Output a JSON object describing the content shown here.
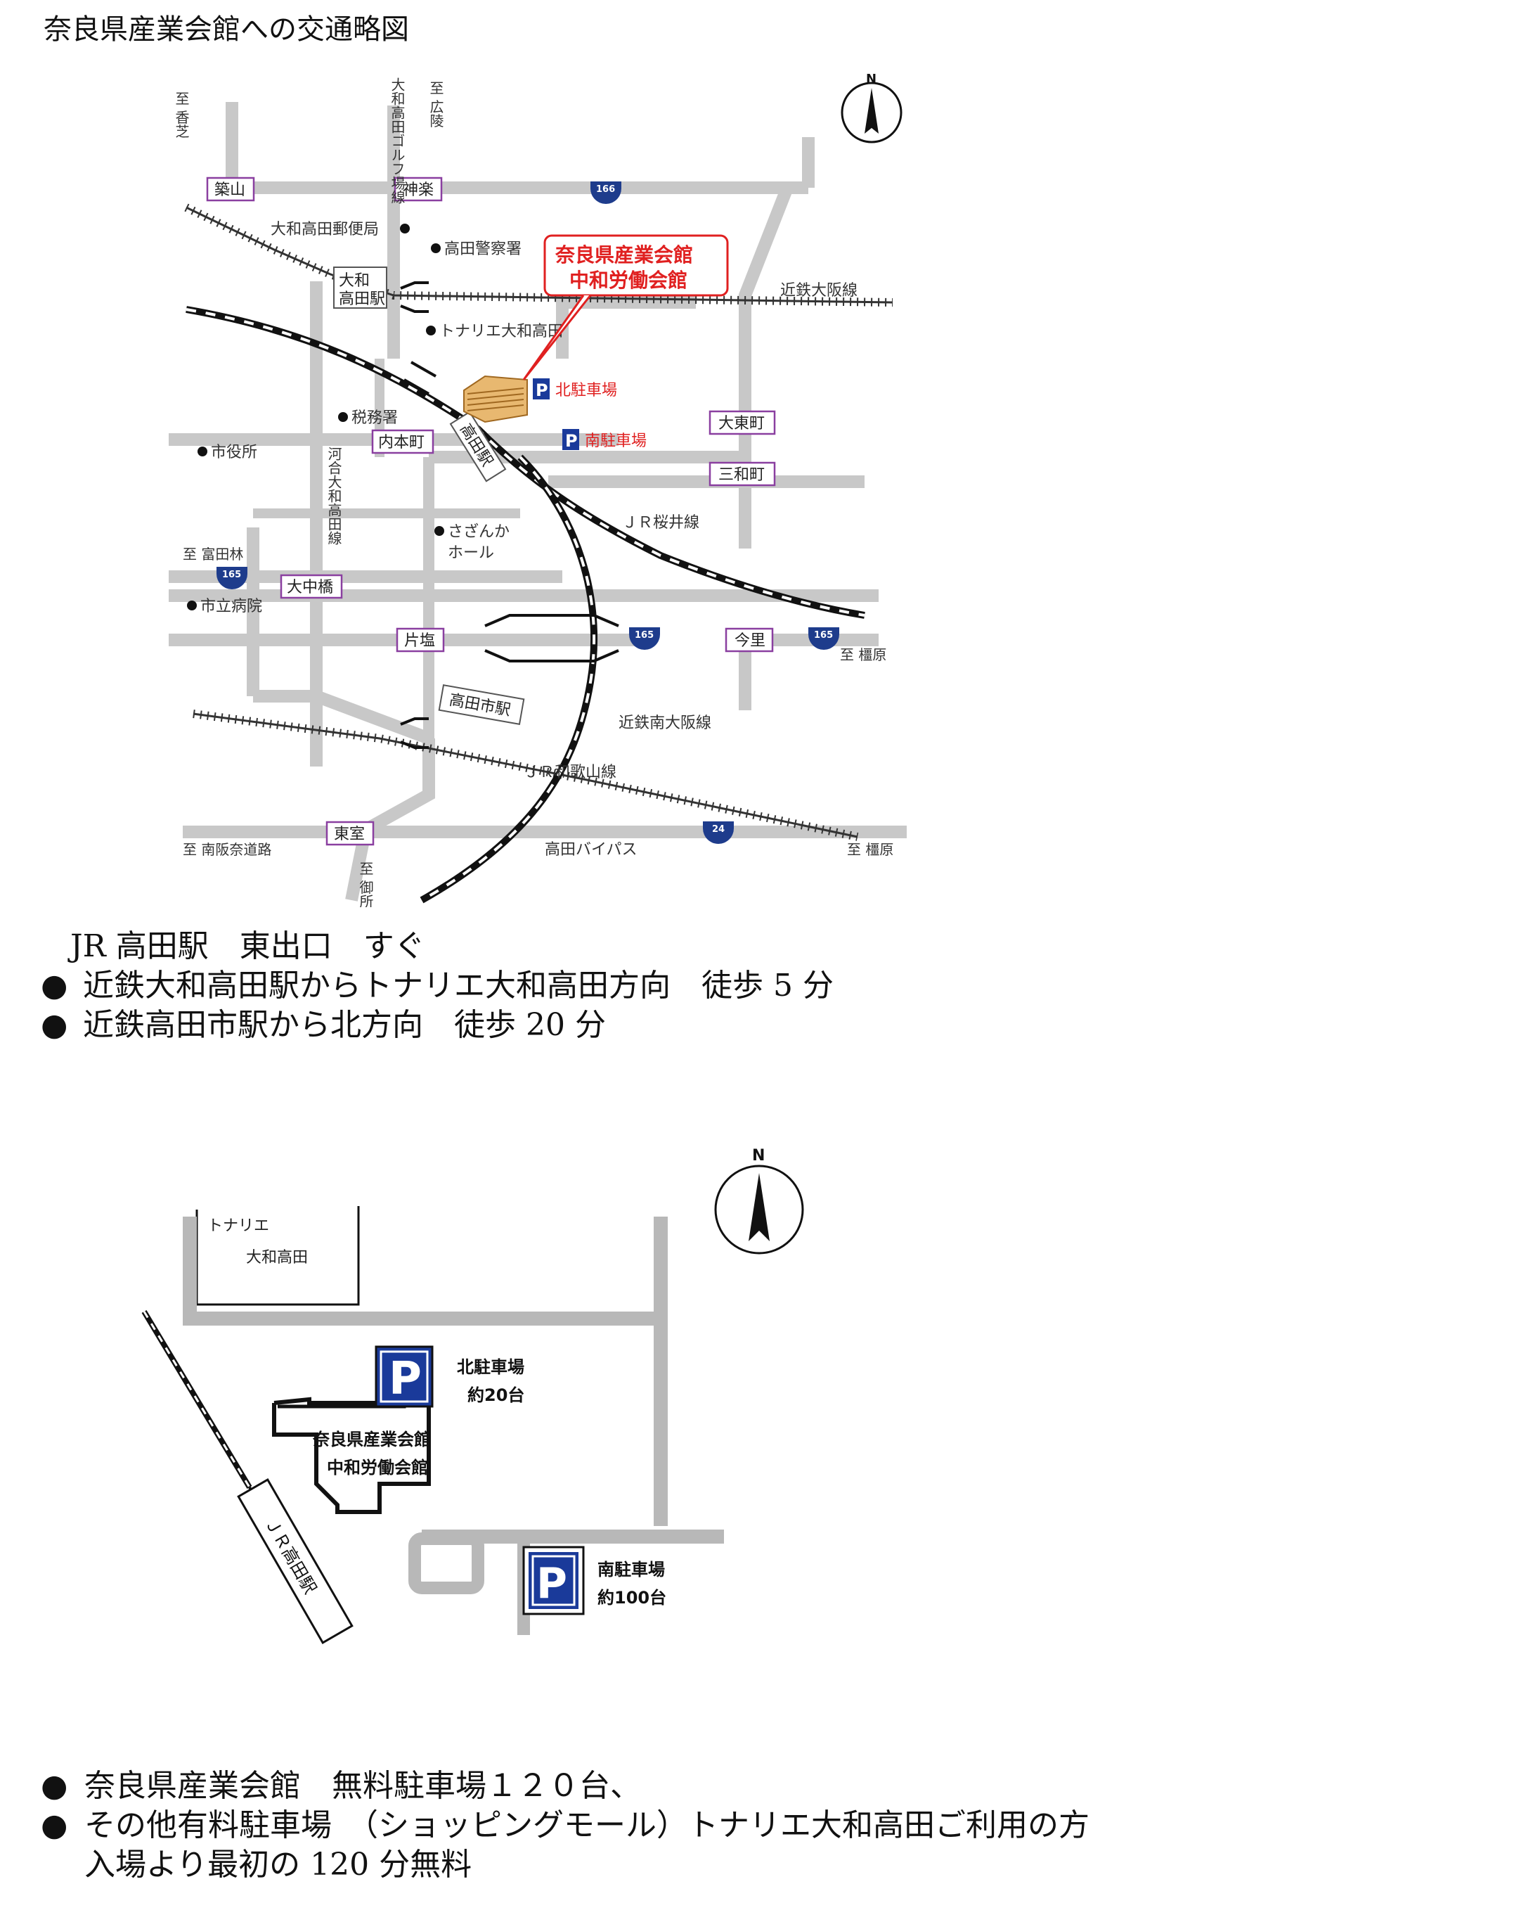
{
  "page": {
    "title": "奈良県産業会館への交通略図"
  },
  "map1": {
    "venue_name_line1": "奈良県産業会館",
    "venue_name_line2": "中和労働会館",
    "north": "N",
    "places": {
      "tsukiyama": "築山",
      "kagura": "神楽",
      "daitocho": "大東町",
      "sanwacho": "三和町",
      "uchihoncho": "内本町",
      "onaka_bashi": "大中橋",
      "katashio": "片塩",
      "imazato": "今里",
      "higashimuro": "東室",
      "yamato_takada_sta_1": "大和",
      "yamato_takada_sta_2": "高田駅",
      "takada_sta": "高田駅",
      "takadashi_sta": "高田市駅"
    },
    "landmarks": {
      "post_office": "大和高田郵便局",
      "police": "高田警察署",
      "tonarie": "トナリエ大和高田",
      "tax_office": "税務署",
      "city_hall": "市役所",
      "sazanka_1": "さざんか",
      "sazanka_2": "ホール",
      "hospital": "市立病院",
      "north_parking": "北駐車場",
      "south_parking": "南駐車場"
    },
    "lines": {
      "kintetsu_osaka": "近鉄大阪線",
      "jr_sakurai": "ＪＲ桜井線",
      "kintetsu_minami_osaka": "近鉄南大阪線",
      "jr_wakayama": "ＪＲ和歌山線",
      "bypass": "高田バイパス"
    },
    "directions": {
      "to_kashiba": "至 香芝",
      "to_golf": "大和高田ゴルフ場線",
      "to_koryo": "至 広陵",
      "to_tondabayashi": "至 富田林",
      "to_kashihara_1": "至 橿原",
      "to_minami_hanna": "至 南阪奈道路",
      "to_kashihara_2": "至 橿原",
      "to_gose": "至 御所",
      "kawai_line": "河合大和高田線"
    },
    "routes": {
      "r166": "166",
      "r165_a": "165",
      "r165_b": "165",
      "r165_c": "165",
      "r24": "24"
    }
  },
  "access": {
    "line1": "JR 高田駅　東出口　すぐ",
    "bullet": "●",
    "line2": "近鉄大和高田駅からトナリエ大和高田方向　徒歩 5 分",
    "line3": "近鉄高田市駅から北方向　徒歩 20 分"
  },
  "map2": {
    "north": "N",
    "tonarie_1": "トナリエ",
    "tonarie_2": "大和高田",
    "north_parking": "北駐車場",
    "north_capacity": "約20台",
    "venue_1": "奈良県産業会館",
    "venue_2": "中和労働会館",
    "south_parking": "南駐車場",
    "south_capacity": "約100台",
    "p_symbol": "P",
    "jr_line": "ＪＲ高田駅"
  },
  "parking": {
    "line1": "奈良県産業会館　無料駐車場１２０台、",
    "line2": "その他有料駐車場　（ショッピングモール）トナリエ大和高田ご利用の方",
    "line3": "入場より最初の 120 分無料"
  },
  "colors": {
    "road": "#c8c8c8",
    "venue_red": "#e02020",
    "parking_blue": "#1a3a9a",
    "box_border": "#8a3fa0",
    "route_blue": "#1e3c8c"
  }
}
